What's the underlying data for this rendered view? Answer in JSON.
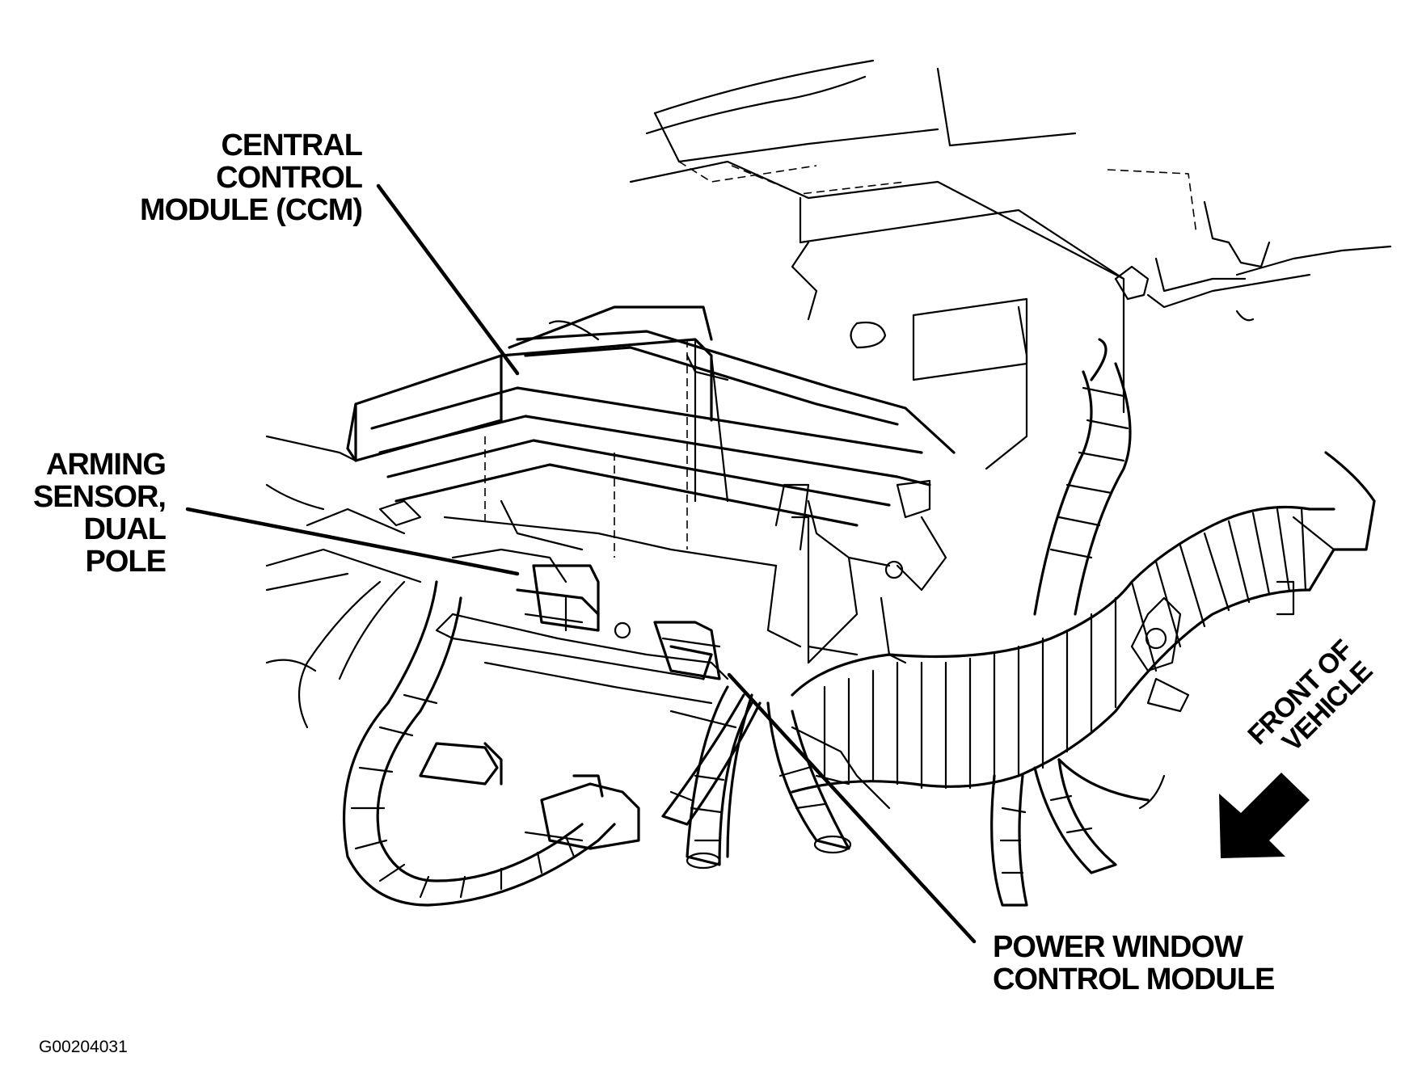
{
  "labels": {
    "ccm": [
      "CENTRAL",
      "CONTROL",
      "MODULE (CCM)"
    ],
    "arming": [
      "ARMING",
      "SENSOR,",
      "DUAL",
      "POLE"
    ],
    "pwcm": [
      "POWER WINDOW",
      "CONTROL MODULE"
    ],
    "front": [
      "FRONT OF",
      "VEHICLE"
    ]
  },
  "figure_code": "G00204031"
}
